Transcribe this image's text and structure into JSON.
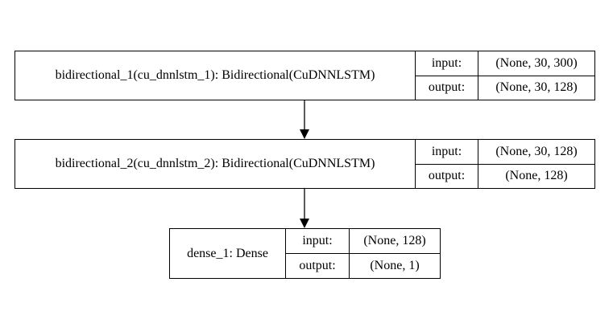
{
  "nodes": [
    {
      "name": "bidirectional_1(cu_dnnlstm_1): Bidirectional(CuDNNLSTM)",
      "input_label": "input:",
      "output_label": "output:",
      "input_shape": "(None, 30, 300)",
      "output_shape": "(None, 30, 128)"
    },
    {
      "name": "bidirectional_2(cu_dnnlstm_2): Bidirectional(CuDNNLSTM)",
      "input_label": "input:",
      "output_label": "output:",
      "input_shape": "(None, 30, 128)",
      "output_shape": "(None, 128)"
    },
    {
      "name": "dense_1: Dense",
      "input_label": "input:",
      "output_label": "output:",
      "input_shape": "(None, 128)",
      "output_shape": "(None, 1)"
    }
  ],
  "edges": [
    {
      "from": 0,
      "to": 1
    },
    {
      "from": 1,
      "to": 2
    }
  ]
}
